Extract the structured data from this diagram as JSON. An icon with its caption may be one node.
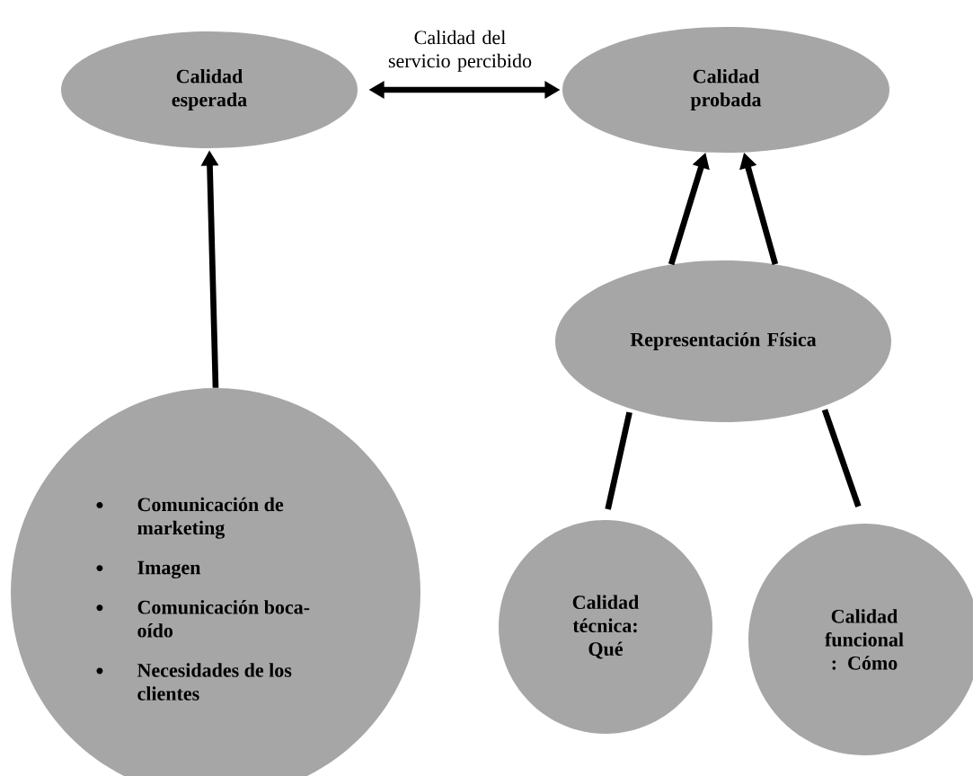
{
  "diagram": {
    "nodes": [
      {
        "text": [
          "Calidad esperada"
        ]
      },
      {
        "text": [
          "Calidad probada"
        ]
      },
      {
        "text": [
          "Representación Física"
        ]
      },
      {
        "text": [
          "Comunicación de marketing",
          "Imagen",
          "Comunicación boca- oído",
          "Necesidades de los clientes"
        ]
      },
      {
        "text": [
          "Calidad técnica: Qué"
        ]
      },
      {
        "text": [
          "Calidad funcional : Cómo"
        ]
      }
    ],
    "edges": [
      {
        "from": 3,
        "to": 0,
        "arrow": "to"
      },
      {
        "from": 0,
        "to": 1,
        "arrow": "both",
        "label": "Calidad del servicio percibido"
      },
      {
        "from": 2,
        "to": 1,
        "arrow": "to"
      },
      {
        "from": 2,
        "to": 1,
        "arrow": "to"
      },
      {
        "from": 2,
        "to": 4,
        "arrow": "none"
      },
      {
        "from": 2,
        "to": 5,
        "arrow": "none"
      }
    ]
  }
}
